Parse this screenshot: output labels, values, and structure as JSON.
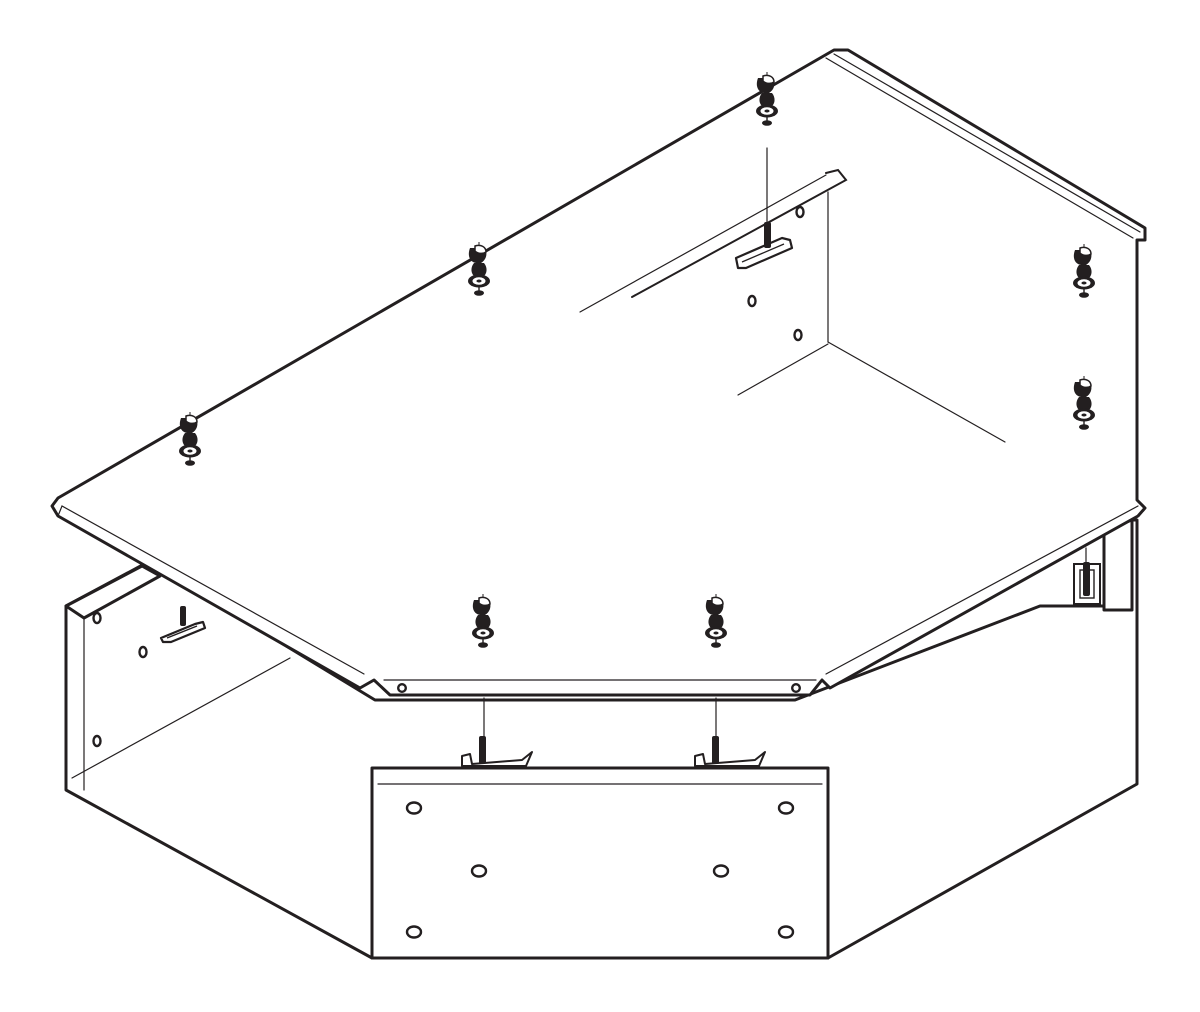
{
  "figure": {
    "type": "exploded isometric assembly line drawing",
    "colors": {
      "line": "#231f20",
      "background": "#ffffff"
    },
    "parts": [
      "cover-panel",
      "base-tray",
      "front-panel",
      "quarter-turn-fastener",
      "clip-nut"
    ]
  }
}
